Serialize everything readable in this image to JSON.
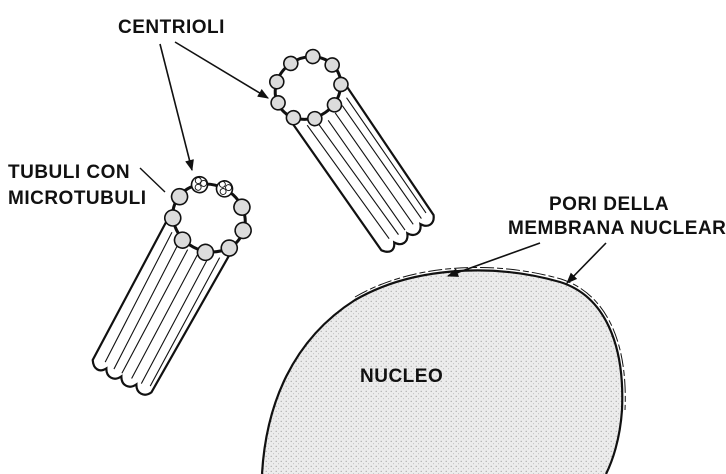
{
  "labels": {
    "centrioli": "CENTRIOLI",
    "tubuli_line1": "TUBULI CON",
    "tubuli_line2": "MICROTUBULI",
    "pori_line1": "PORI DELLA",
    "pori_line2": "MEMBRANA NUCLEARE",
    "nucleo": "NUCLEO"
  },
  "colors": {
    "ink": "#111111",
    "nucleus_fill": "#e6e6e6",
    "background": "#ffffff"
  },
  "centriole_triplet_count": 9
}
